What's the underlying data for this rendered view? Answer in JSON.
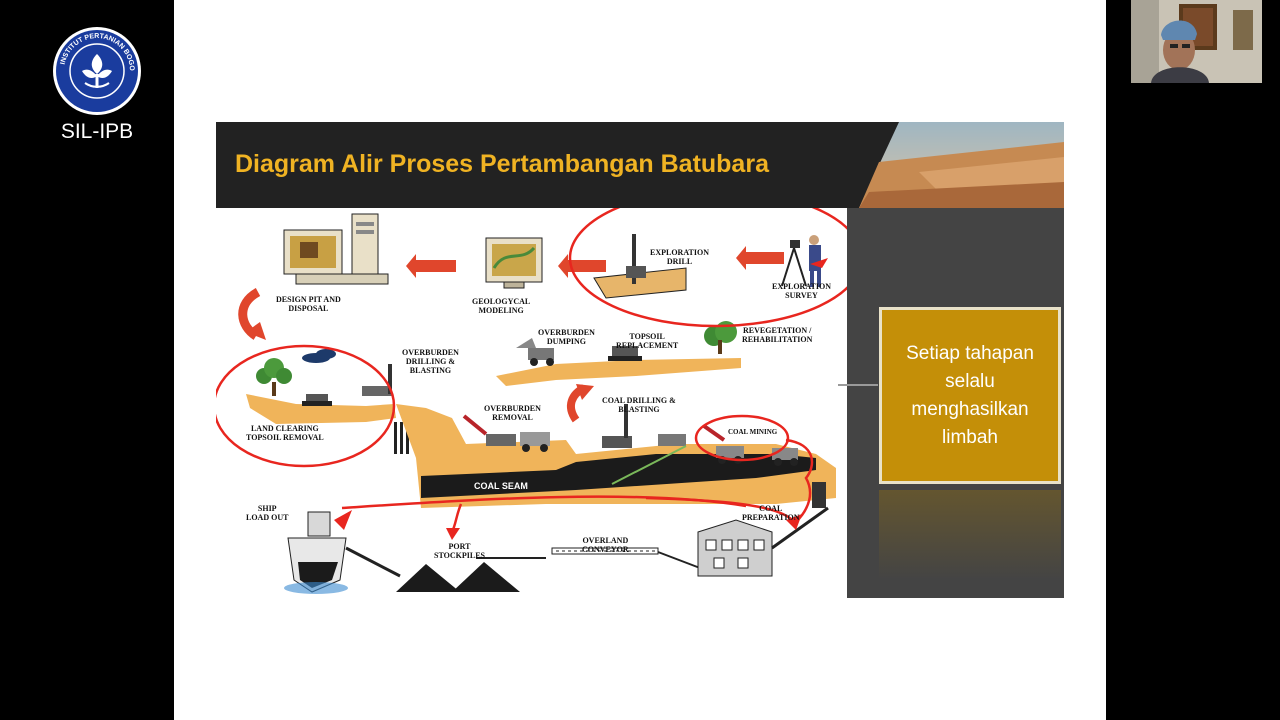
{
  "brand": {
    "caption": "SIL-IPB",
    "logo_ring_text": "INSTITUT PERTANIAN BOGOR",
    "logo_color": "#1a3c9e"
  },
  "slide": {
    "title": "Diagram Alir Proses Pertambangan Batubara",
    "title_color": "#f0b323",
    "callout": "Setiap tahapan selalu menghasilkan limbah",
    "callout_color": "#c48f08"
  },
  "diagram": {
    "labels": {
      "design_pit": "DESIGN PIT AND\nDISPOSAL",
      "geological_modeling": "GEOLOGYCAL\nMODELING",
      "exploration_drill": "EXPLORATION\nDRILL",
      "exploration_survey": "EXPLORATION\nSURVEY",
      "overburden_dumping": "OVERBURDEN\nDUMPING",
      "topsoil_replacement": "TOPSOIL\nREPLACEMENT",
      "revegetation": "REVEGETATION /\nREHABILITATION",
      "overburden_drilling": "OVERBURDEN\nDRILLING &\nBLASTING",
      "land_clearing": "LAND CLEARING\nTOPSOIL REMOVAL",
      "overburden_removal": "OVERBURDEN\nREMOVAL",
      "coal_drilling": "COAL DRILLING &\nBLASTING",
      "coal_mining": "COAL MINING",
      "coal_seam": "COAL SEAM",
      "ship_load_out": "SHIP\nLOAD OUT",
      "port_stockpiles": "PORT\nSTOCKPILES",
      "overland_conveyor": "OVERLAND\nCONVEYOR",
      "coal_preparation": "COAL\nPREPARATION"
    },
    "annotation_color": "#e8261f",
    "arrow_color": "#e0462c",
    "ground_color": "#f0b45a",
    "seam_color": "#1b1b1b"
  }
}
